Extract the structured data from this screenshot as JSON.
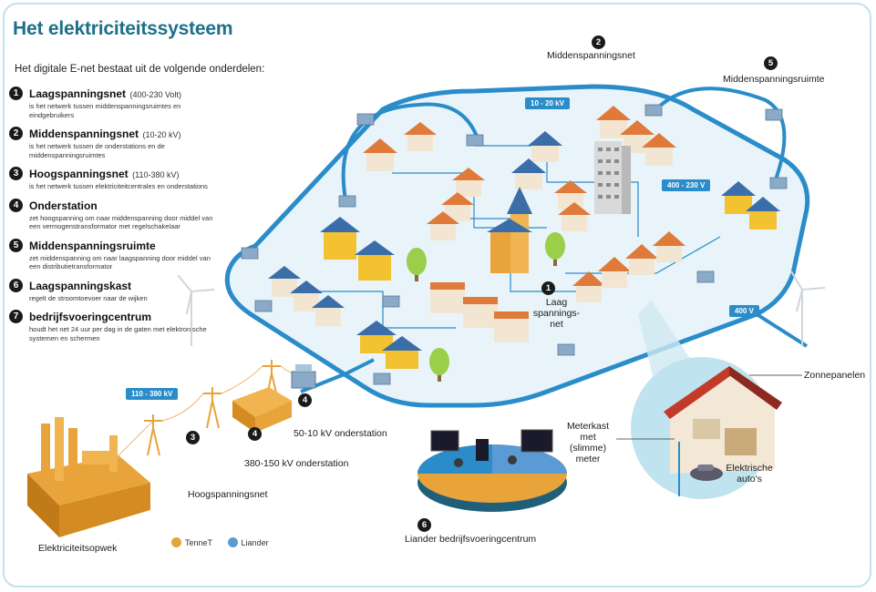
{
  "title": "Het elektriciteitssysteem",
  "intro": "Het digitale E-net bestaat uit de volgende onderdelen:",
  "legend_items": [
    {
      "num": "1",
      "name": "Laagspanningsnet",
      "range": "(400-230 Volt)",
      "desc": "is het netwerk tussen middenspanningsruimtes en eindgebruikers"
    },
    {
      "num": "2",
      "name": "Middenspanningsnet",
      "range": "(10-20 kV)",
      "desc": "is het netwerk tussen de onderstations en de middenspanningsruimtes"
    },
    {
      "num": "3",
      "name": "Hoogspanningsnet",
      "range": "(110-380 kV)",
      "desc": "is het netwerk tussen elektriciteitcentrales en onderstations"
    },
    {
      "num": "4",
      "name": "Onderstation",
      "range": "",
      "desc": "zet hoogspanning om naar middenspanning door middel van een vermogenstransformator met regelschakelaar"
    },
    {
      "num": "5",
      "name": "Middenspanningsruimte",
      "range": "",
      "desc": "zet middenspanning om naar laagspanning door middel van een distributietransformator"
    },
    {
      "num": "6",
      "name": "Laagspanningskast",
      "range": "",
      "desc": "regelt de stroomtoevoer naar de wijken"
    },
    {
      "num": "7",
      "name": "bedrijfsvoeringcentrum",
      "range": "",
      "desc": "houdt het net 24 uur per dag in de gaten met elektronische systemen en schermen"
    }
  ],
  "labels": {
    "middenspanningsnet": "Middenspanningsnet",
    "middenspanningsruimte": "Middenspanningsruimte",
    "laagspanningsnet": "Laag spannings- net",
    "zonnepanelen": "Zonnepanelen",
    "meterkast": "Meterkast met (slimme) meter",
    "elektrische_autos": "Elektrische auto's",
    "onderstation_50": "50-10 kV onderstation",
    "onderstation_380": "380-150 kV onderstation",
    "hoogspanningsnet": "Hoogspanningsnet",
    "elektriciteitsopwek": "Elektriciteitsopwek",
    "bedrijfsvoeringcentrum": "Liander bedrijfsvoeringcentrum"
  },
  "badges": {
    "b2": "2",
    "b5": "5",
    "b1": "1",
    "b3": "3",
    "b4a": "4",
    "b4b": "4",
    "b6": "6"
  },
  "voltage_tags": {
    "t1020": "10 - 20 kV",
    "t400230": "400 - 230 V",
    "t400": "400 V",
    "t110380": "110 - 380 kV"
  },
  "key": [
    {
      "label": "TenneT",
      "color": "#e8a33a"
    },
    {
      "label": "Liander",
      "color": "#5b9bd5"
    }
  ],
  "colors": {
    "network": "#2a8cc9",
    "tennet": "#e8a33a",
    "liander": "#5b9bd5",
    "title": "#1f6f8b"
  }
}
